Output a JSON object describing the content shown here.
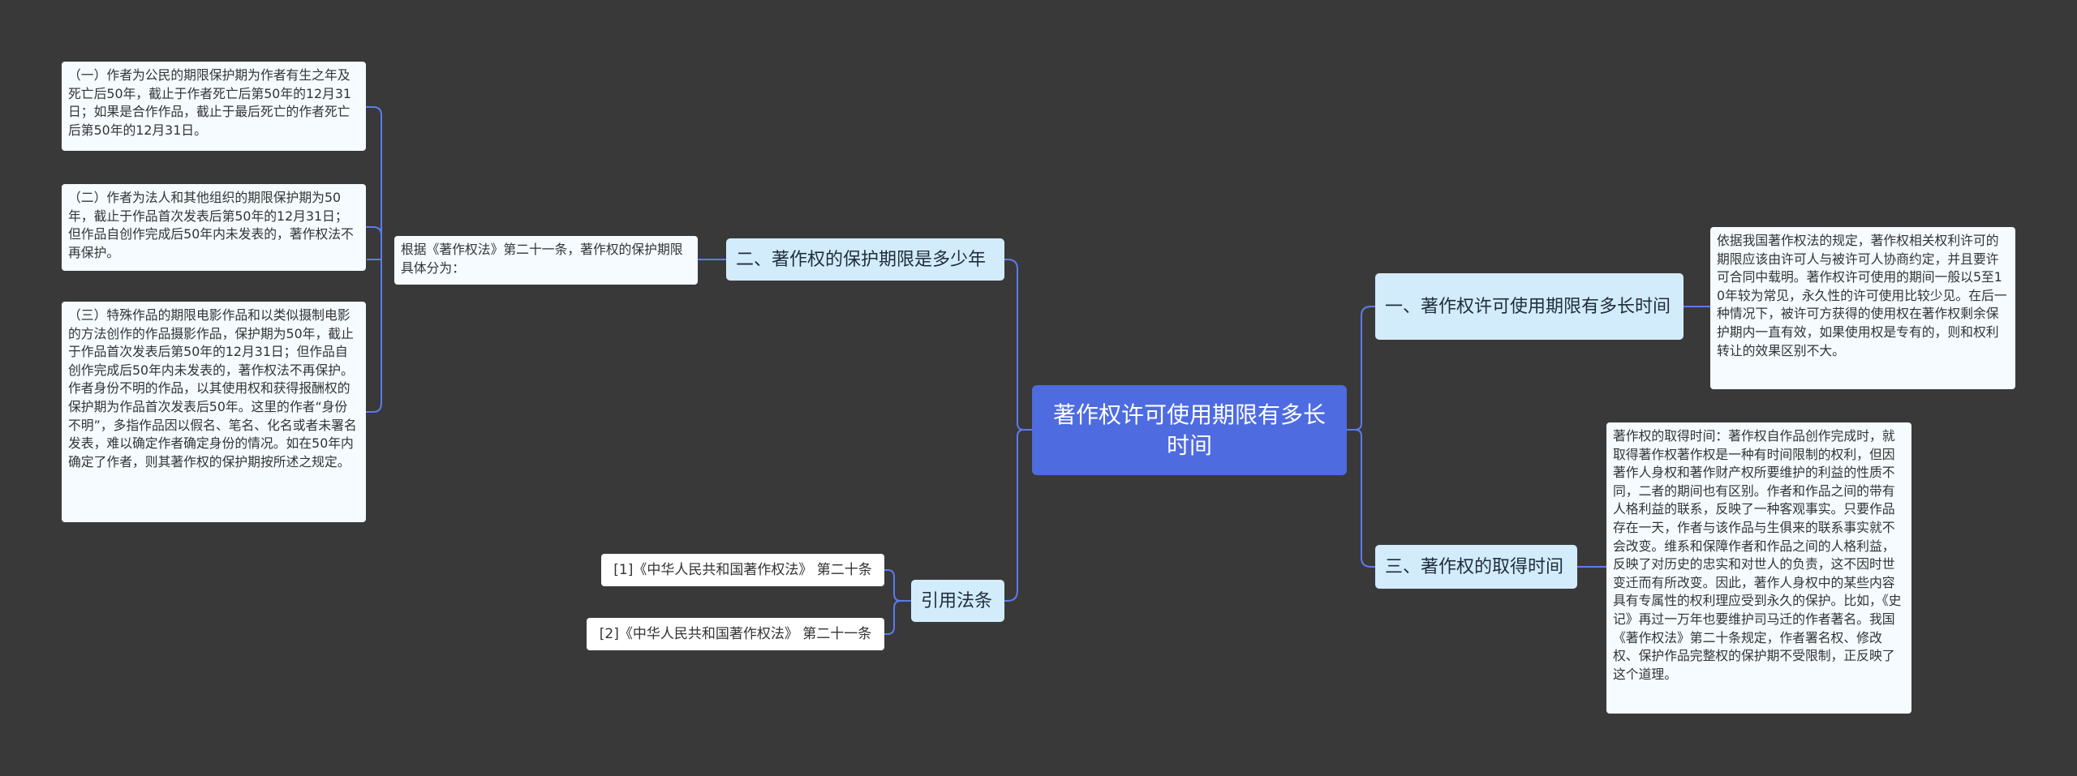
{
  "root": {
    "title": "著作权许可使用期限有多长时间"
  },
  "branches": {
    "b1": {
      "label": "一、著作权许可使用期限有多长时间",
      "detail": "依据我国著作权法的规定，著作权相关权利许可的期限应该由许可人与被许可人协商约定，并且要许可合同中载明。著作权许可使用的期间一般以5至10年较为常见，永久性的许可使用比较少见。在后一种情况下，被许可方获得的使用权在著作权剩余保护期内一直有效，如果使用权是专有的，则和权利转让的效果区别不大。"
    },
    "b2": {
      "label": "二、著作权的保护期限是多少年",
      "intro": "根据《著作权法》第二十一条，著作权的保护期限具体分为：",
      "items": [
        "（一）作者为公民的期限保护期为作者有生之年及死亡后50年，截止于作者死亡后第50年的12月31日；如果是合作作品，截止于最后死亡的作者死亡后第50年的12月31日。",
        "（二）作者为法人和其他组织的期限保护期为50年，截止于作品首次发表后第50年的12月31日；但作品自创作完成后50年内未发表的，著作权法不再保护。",
        "（三）特殊作品的期限电影作品和以类似摄制电影的方法创作的作品摄影作品，保护期为50年，截止于作品首次发表后第50年的12月31日；但作品自创作完成后50年内未发表的，著作权法不再保护。作者身份不明的作品，以其使用权和获得报酬权的保护期为作品首次发表后50年。这里的作者“身份不明”，多指作品因以假名、笔名、化名或者未署名发表，难以确定作者确定身份的情况。如在50年内确定了作者，则其著作权的保护期按所述之规定。"
      ]
    },
    "b3": {
      "label": "三、著作权的取得时间",
      "detail": "著作权的取得时间：著作权自作品创作完成时，就取得著作权著作权是一种有时间限制的权利，但因著作人身权和著作财产权所要维护的利益的性质不同，二者的期间也有区别。作者和作品之间的带有人格利益的联系，反映了一种客观事实。只要作品存在一天，作者与该作品与生俱来的联系事实就不会改变。维系和保障作者和作品之间的人格利益，反映了对历史的忠实和对世人的负责，这不因时世变迁而有所改变。因此，著作人身权中的某些内容具有专属性的权利理应受到永久的保护。比如，《史记》再过一万年也要维护司马迁的作者著名。我国《著作权法》第二十条规定，作者署名权、修改权、保护作品完整权的保护期不受限制，正反映了这个道理。"
    },
    "b4": {
      "label": "引用法条",
      "refs": [
        "[1]《中华人民共和国著作权法》 第二十条",
        "[2]《中华人民共和国著作权法》 第二十一条"
      ]
    }
  }
}
